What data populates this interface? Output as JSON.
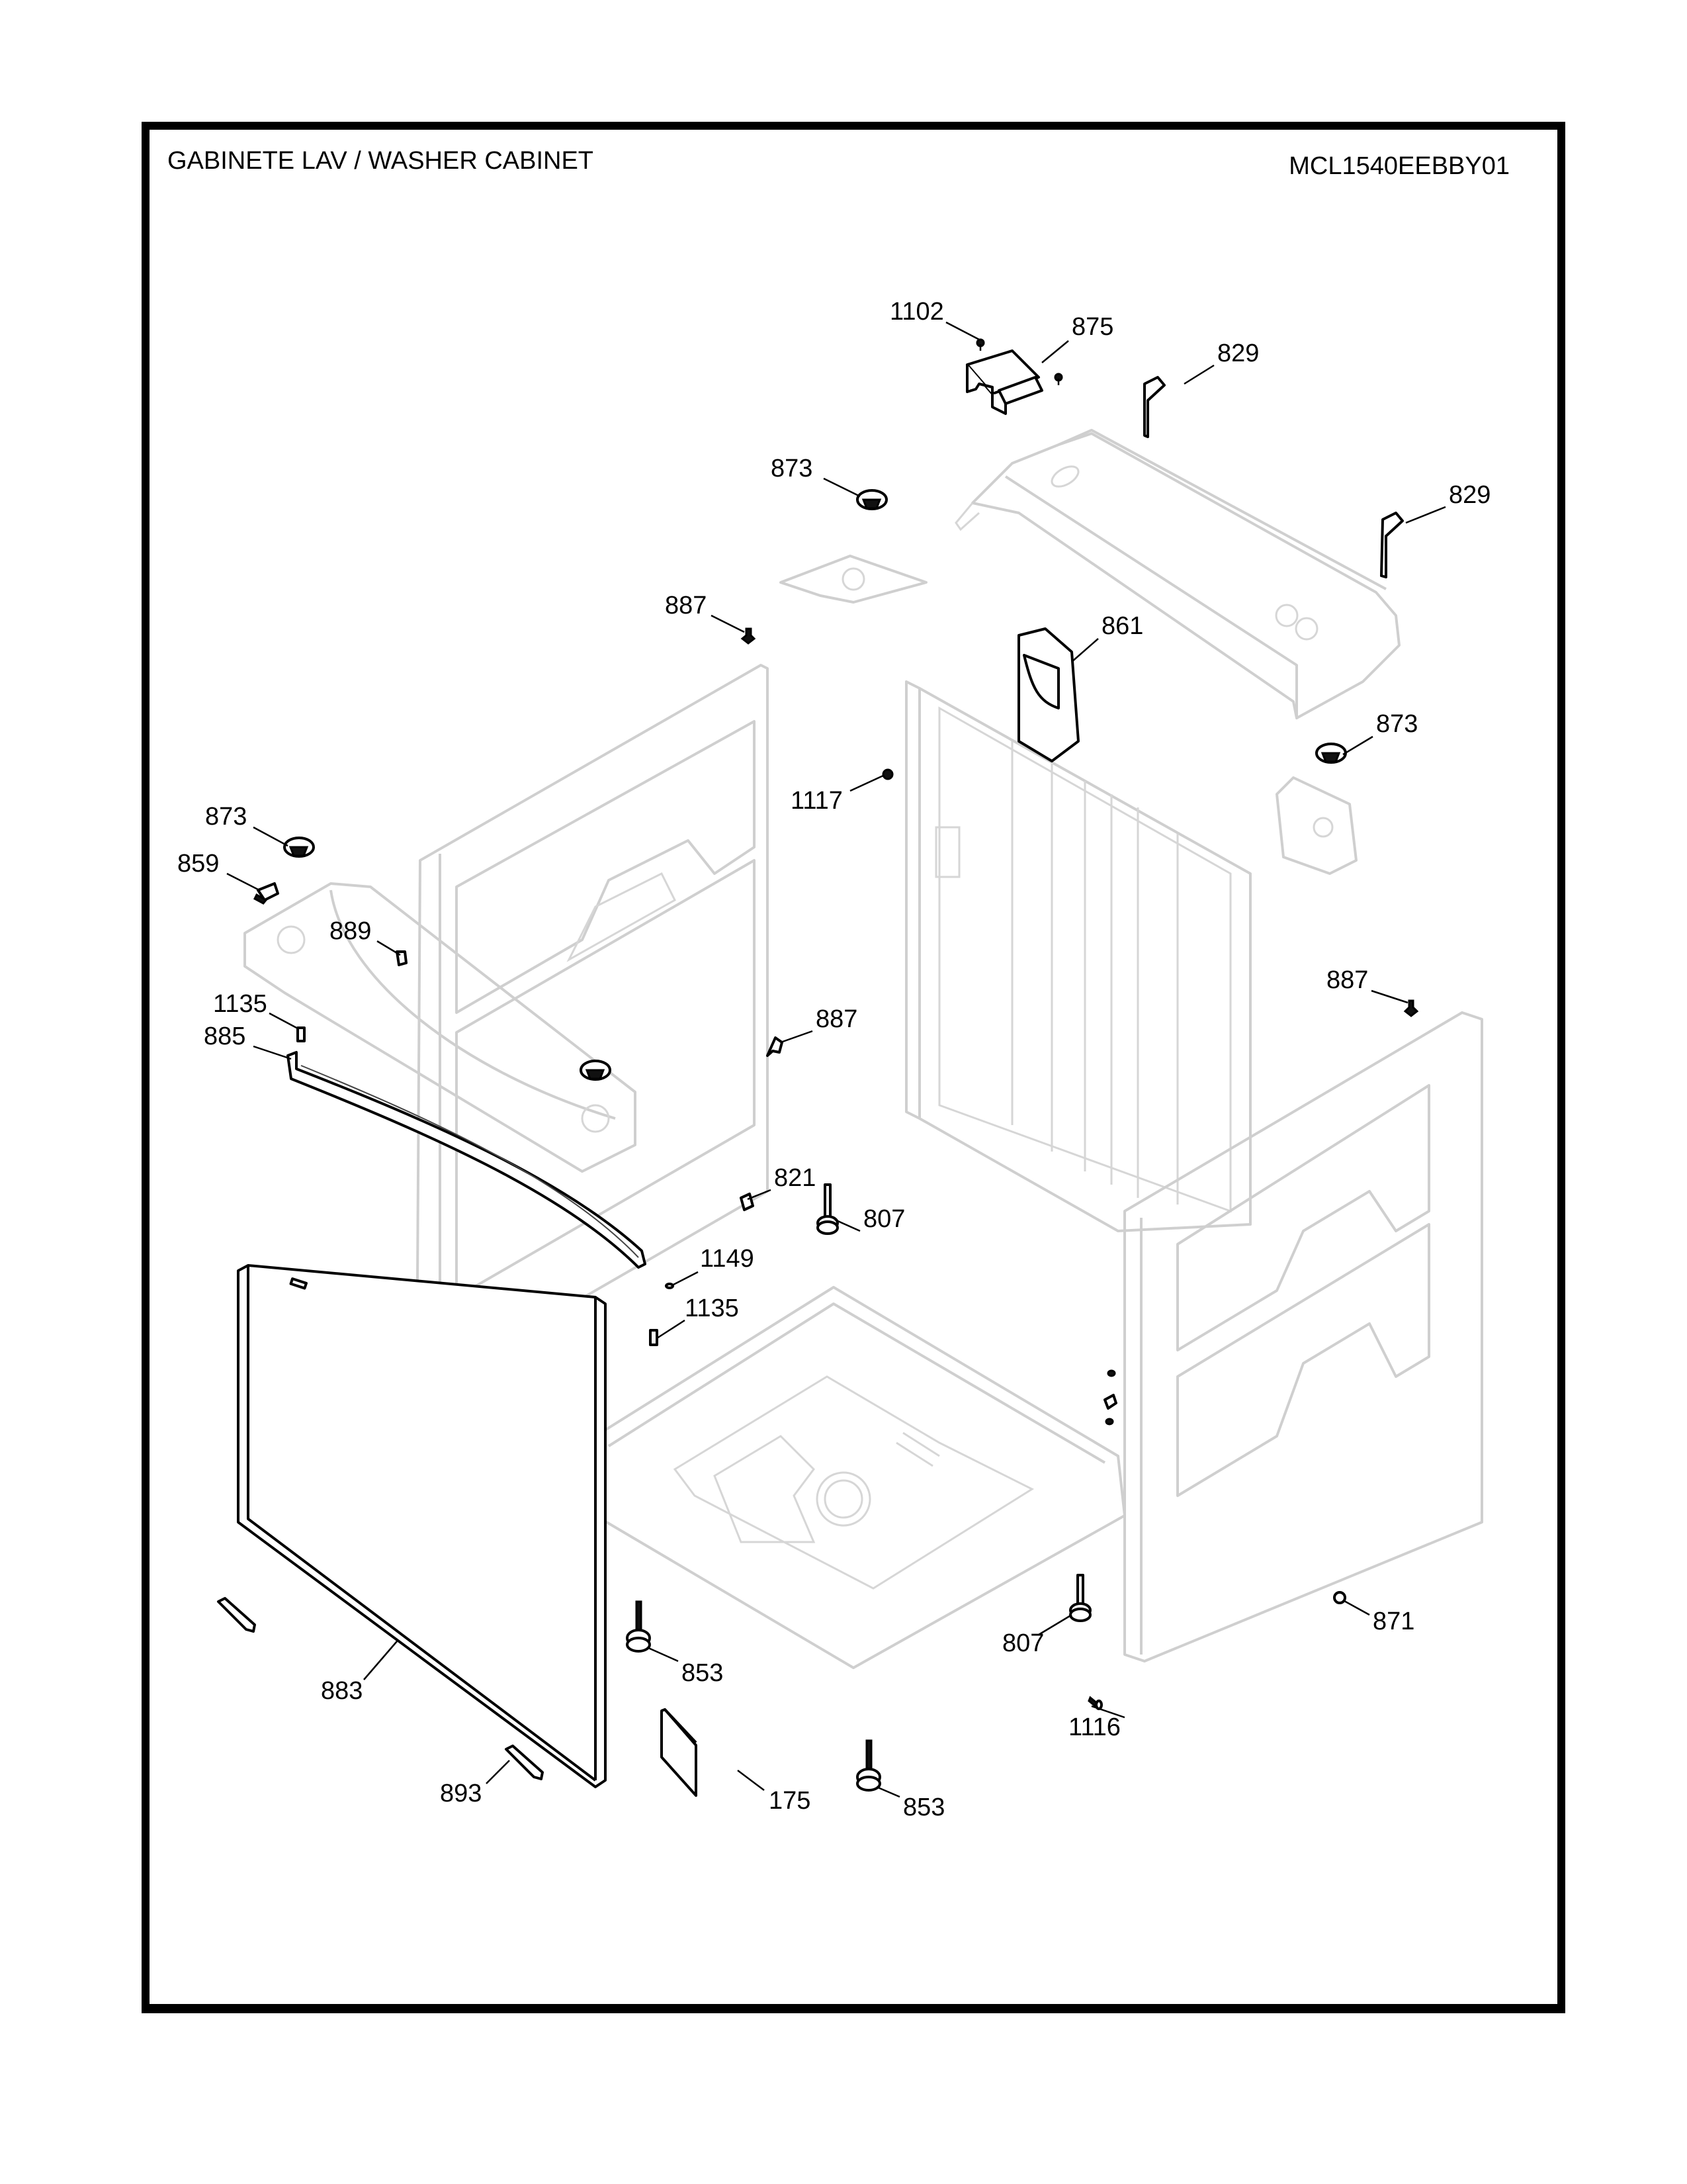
{
  "header": {
    "title": "GABINETE LAV / WASHER CABINET",
    "model_number": "MCL1540EEBBY01"
  },
  "callouts": [
    {
      "id": "c-1102",
      "label": "1102",
      "part": "screw"
    },
    {
      "id": "c-875",
      "label": "875",
      "part": "bracket-cover"
    },
    {
      "id": "c-829a",
      "label": "829",
      "part": "hinge-bracket"
    },
    {
      "id": "c-873a",
      "label": "873",
      "part": "snubber-grommet"
    },
    {
      "id": "c-829b",
      "label": "829",
      "part": "hinge-bracket"
    },
    {
      "id": "c-887a",
      "label": "887",
      "part": "screw"
    },
    {
      "id": "c-861",
      "label": "861",
      "part": "housing"
    },
    {
      "id": "c-873b",
      "label": "873",
      "part": "snubber-grommet"
    },
    {
      "id": "c-1117",
      "label": "1117",
      "part": "screw"
    },
    {
      "id": "c-873c",
      "label": "873",
      "part": "snubber-grommet"
    },
    {
      "id": "c-859",
      "label": "859",
      "part": "clip"
    },
    {
      "id": "c-889",
      "label": "889",
      "part": "clip"
    },
    {
      "id": "c-887b",
      "label": "887",
      "part": "screw"
    },
    {
      "id": "c-1135a",
      "label": "1135",
      "part": "clip"
    },
    {
      "id": "c-887c",
      "label": "887",
      "part": "screw"
    },
    {
      "id": "c-885",
      "label": "885",
      "part": "support-rail"
    },
    {
      "id": "c-821",
      "label": "821",
      "part": "bumper"
    },
    {
      "id": "c-807a",
      "label": "807",
      "part": "rear-leg"
    },
    {
      "id": "c-1149",
      "label": "1149",
      "part": "screw"
    },
    {
      "id": "c-1135b",
      "label": "1135",
      "part": "clip"
    },
    {
      "id": "c-871",
      "label": "871",
      "part": "nut"
    },
    {
      "id": "c-807b",
      "label": "807",
      "part": "rear-leg"
    },
    {
      "id": "c-853a",
      "label": "853",
      "part": "leveling-leg"
    },
    {
      "id": "c-883",
      "label": "883",
      "part": "front-panel"
    },
    {
      "id": "c-1116",
      "label": "1116",
      "part": "screw"
    },
    {
      "id": "c-893",
      "label": "893",
      "part": "panel-clip"
    },
    {
      "id": "c-175",
      "label": "175",
      "part": "literature-pad"
    },
    {
      "id": "c-853b",
      "label": "853",
      "part": "leveling-leg"
    }
  ]
}
